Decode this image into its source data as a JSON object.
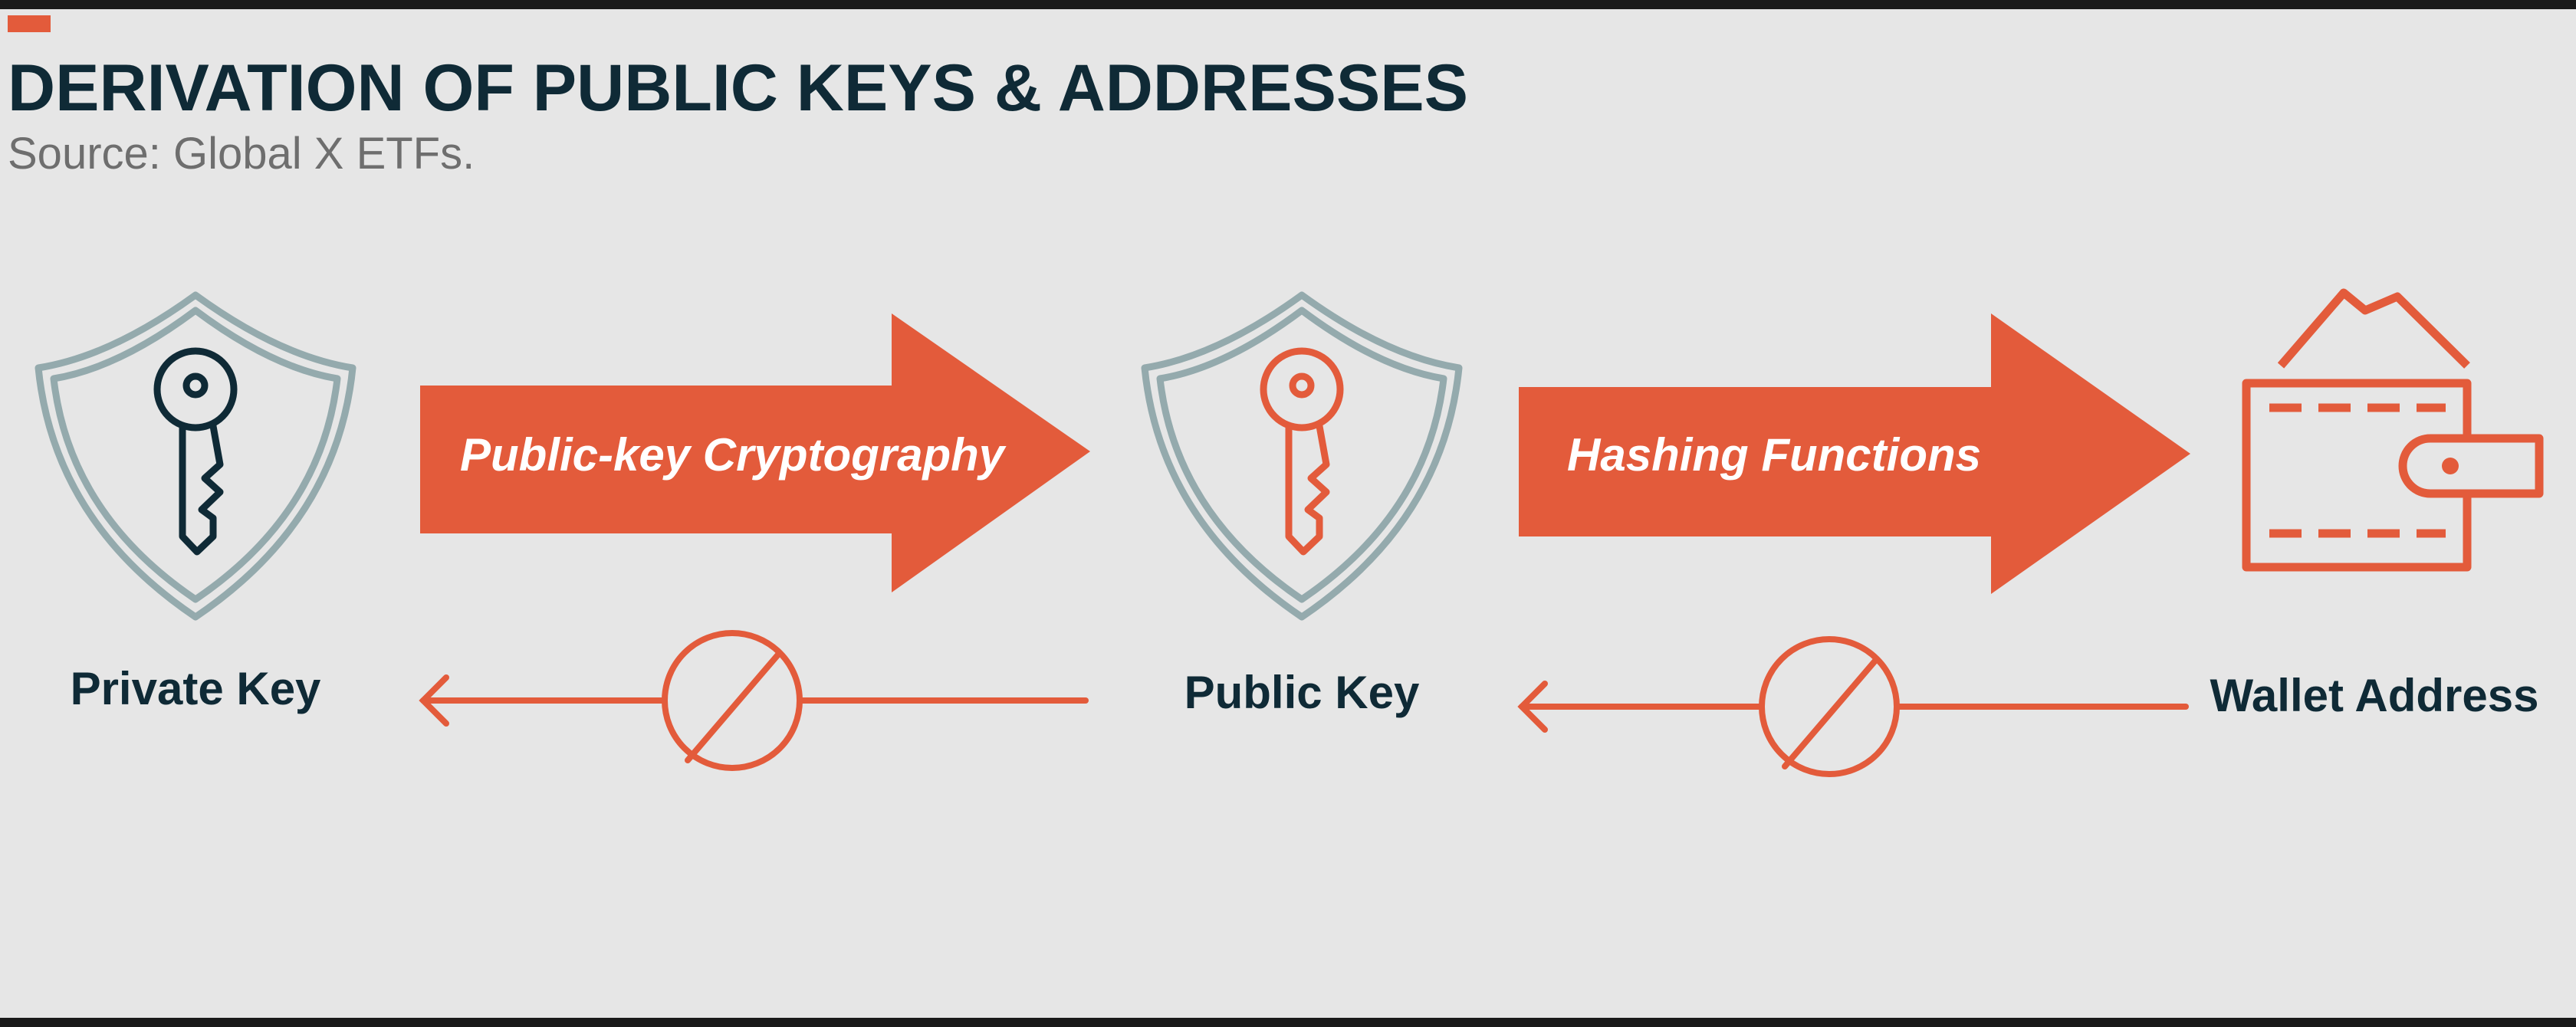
{
  "header": {
    "title": "DERIVATION OF PUBLIC KEYS & ADDRESSES",
    "source": "Source: Global X ETFs."
  },
  "nodes": {
    "private_key": {
      "label": "Private Key",
      "icon": "shield-key-icon"
    },
    "public_key": {
      "label": "Public Key",
      "icon": "shield-key-icon"
    },
    "wallet_address": {
      "label": "Wallet Address",
      "icon": "wallet-icon"
    }
  },
  "forward_arrows": [
    {
      "label": "Public-key Cryptography"
    },
    {
      "label": "Hashing Functions"
    }
  ],
  "reverse_arrows": [
    {
      "icon": "prohibited-icon",
      "meaning": "not reversible"
    },
    {
      "icon": "prohibited-icon",
      "meaning": "not reversible"
    }
  ],
  "colors": {
    "accent": "#e35b3b",
    "dark_navy": "#0f2a36",
    "shield_gray": "#94aaad",
    "background": "#e6e6e6",
    "source_gray": "#6e6e6e"
  }
}
